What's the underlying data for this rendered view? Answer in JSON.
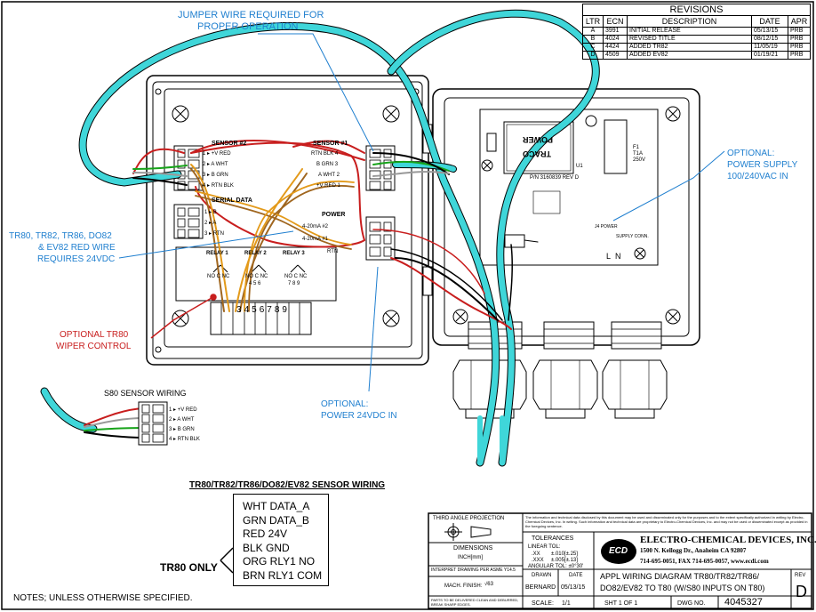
{
  "revisions": {
    "title": "REVISIONS",
    "headers": [
      "LTR",
      "ECN",
      "DESCRIPTION",
      "DATE",
      "APR"
    ],
    "rows": [
      {
        "ltr": "A",
        "ecn": "3991",
        "desc": "INITIAL RELEASE",
        "date": "05/13/15",
        "apr": "PRB"
      },
      {
        "ltr": "B",
        "ecn": "4024",
        "desc": "REVISED TITLE",
        "date": "08/12/15",
        "apr": "PRB"
      },
      {
        "ltr": "C",
        "ecn": "4424",
        "desc": "ADDED TR82",
        "date": "11/05/19",
        "apr": "PRB"
      },
      {
        "ltr": "D",
        "ecn": "4509",
        "desc": "ADDED EV82",
        "date": "01/19/21",
        "apr": "PRB"
      }
    ]
  },
  "callouts": {
    "jumper": [
      "JUMPER WIRE REQUIRED FOR",
      "PROPER OPERATION"
    ],
    "red_wire": [
      "TR80, TR82, TR86, DO82",
      "& EV82 RED WIRE",
      "REQUIRES 24VDC"
    ],
    "wiper": [
      "OPTIONAL TR80",
      "WIPER CONTROL"
    ],
    "power_in": [
      "OPTIONAL:",
      "POWER 24VDC IN"
    ],
    "power_supply": [
      "OPTIONAL:",
      "POWER SUPPLY",
      "100/240VAC IN"
    ]
  },
  "board": {
    "sensor2_title": "SENSOR #2",
    "sensor2_pins": [
      "+V RED",
      "A WHT",
      "B GRN",
      "RTN BLK"
    ],
    "serial_title": "SERIAL DATA",
    "serial_pins": [
      "B",
      "A",
      "RTN"
    ],
    "sensor1_title": "SENSOR #1",
    "sensor1_pins": [
      "RTN BLK",
      "B GRN",
      "A WHT",
      "+V RED"
    ],
    "sensor1_nums": [
      "4",
      "3",
      "2",
      "1"
    ],
    "power_title": "POWER",
    "power_pins": [
      "4-20mA #2",
      "4-20mA #1",
      "RTN"
    ],
    "relays": [
      "RELAY 1",
      "RELAY 2",
      "RELAY 3"
    ],
    "relay_contacts": [
      "NO",
      "C",
      "NC"
    ],
    "terminal_nums": [
      "3",
      "4",
      "5",
      "6",
      "7",
      "8",
      "9"
    ],
    "terminal_nums_small": [
      "4",
      "5",
      "6",
      "7",
      "8",
      "9"
    ]
  },
  "psu": {
    "brand": [
      "TRACO",
      "POWER"
    ],
    "pn": "P/N 3160839 REV D",
    "u1": "U1",
    "f1": [
      "F1",
      "T1A",
      "250V"
    ],
    "lbl_power": "J4 POWER",
    "lbl_supply": "SUPPLY CONN.",
    "ln": [
      "L",
      "N"
    ]
  },
  "s80": {
    "title": "S80 SENSOR WIRING",
    "pins": [
      "+V RED",
      "A WHT",
      "B GRN",
      "RTN BLK"
    ]
  },
  "wiring_table": {
    "title": "TR80/TR82/TR86/DO82/EV82 SENSOR WIRING",
    "rows": [
      "WHT DATA_A",
      "GRN DATA_B",
      "RED 24V",
      "BLK GND",
      "ORG RLY1 NO",
      "BRN RLY1 COM"
    ],
    "tr80_only": "TR80 ONLY"
  },
  "notes": "NOTES; UNLESS OTHERWISE SPECIFIED.",
  "title_block": {
    "projection": "THIRD ANGLE PROJECTION",
    "dimensions": "DIMENSIONS",
    "dim_units": "INCH[mm]",
    "interpret": "INTERPRET DRAWING PER ASME Y14.5",
    "mach_finish": "MACH. FINISH:",
    "finish_val": "63",
    "deburr": "PARTS TO BE DELIVERED CLEAN AND DEBURRED, BREAK SHARP EDGES.",
    "tolerances": "TOLERANCES",
    "linear": "LINEAR TOL:",
    "tol_xx": ".XX",
    "tol_xx_val": "±.010[±.25]",
    "tol_xxx": ".XXX",
    "tol_xxx_val": "±.005[±.13]",
    "angular": "ANGULAR TOL: ±0°30'",
    "confidential": "The information and technical data disclosed by this document may be used and disseminated only for the purposes and to the extent specifically authorized in writing by Electro-Chemical Devices, Inc. In writing. Such information and technical data are proprietary to Electro-Chemical Devices, Inc. and may not be used or disseminated except as provided in the foregoing sentence.",
    "company": "ELECTRO-CHEMICAL DEVICES, INC.",
    "address": "1500 N. Kellogg Dr., Anaheim CA 92807",
    "phone": "714-695-0051, FAX 714-695-0057, www.ecdi.com",
    "logo": "ECD",
    "drawn_lbl": "DRAWN",
    "drawn": "BERNARD",
    "date_lbl": "DATE",
    "date": "05/13/15",
    "title": [
      "APPL WIRING DIAGRAM TR80/TR82/TR86/",
      "DO82/EV82 TO T80 (W/S80 INPUTS ON T80)"
    ],
    "rev_lbl": "REV",
    "rev": "D",
    "scale_lbl": "SCALE:",
    "scale": "1/1",
    "sheet": "SHT 1 OF 1",
    "dwg_lbl": "DWG NO.",
    "dwg_no": "4045327"
  },
  "colors": {
    "cyan": "#3fd6d9",
    "red": "#c81e1e",
    "green": "#17a31a",
    "orange": "#e39a1a",
    "brown": "#a0661f",
    "callout_blue": "#1f7fcf"
  }
}
